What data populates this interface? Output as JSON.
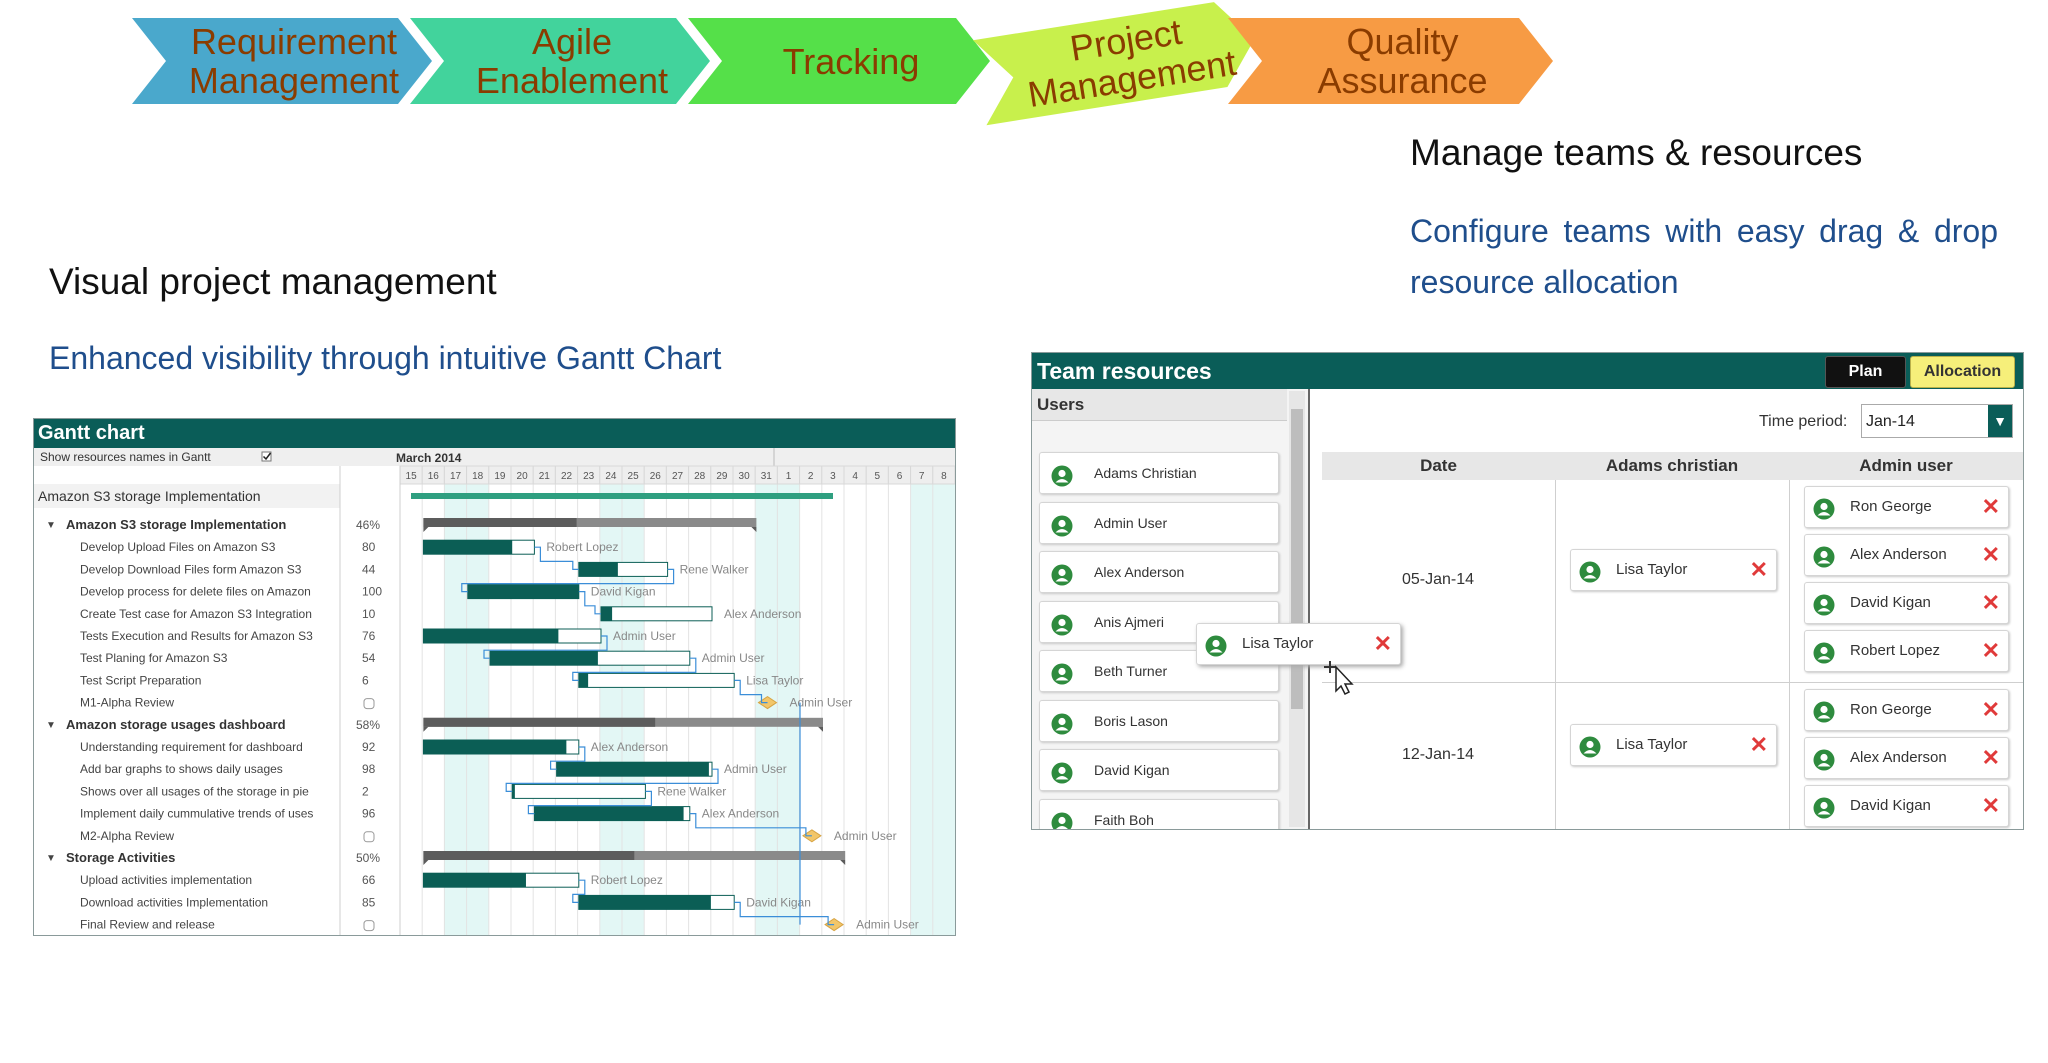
{
  "chevrons": [
    {
      "line1": "Requirement",
      "line2": "Management",
      "fill": "#4aa8cc"
    },
    {
      "line1": "Agile",
      "line2": "Enablement",
      "fill": "#42d39c"
    },
    {
      "line1": "Tracking",
      "line2": "",
      "fill": "#55e049"
    },
    {
      "line1": "Project",
      "line2": "Management",
      "fill": "#c8f04c"
    },
    {
      "line1": "Quality",
      "line2": "Assurance",
      "fill": "#f79b44"
    }
  ],
  "chevron_text_color": "#8a3c00",
  "left": {
    "heading": "Visual project management",
    "subheading": "Enhanced visibility through intuitive Gantt Chart"
  },
  "right": {
    "heading": "Manage teams & resources",
    "subheading": "Configure teams with easy drag & drop resource allocation"
  },
  "gantt": {
    "title": "Gantt chart",
    "show_resources": "Show resources names in Gantt",
    "show_resources_checked": true,
    "month": "March 2014",
    "project": "Amazon S3 storage Implementation",
    "days": [
      "15",
      "16",
      "17",
      "18",
      "19",
      "20",
      "21",
      "22",
      "23",
      "24",
      "25",
      "26",
      "27",
      "28",
      "29",
      "30",
      "31",
      "1",
      "2",
      "3",
      "4",
      "5",
      "6",
      "7",
      "8"
    ],
    "tasks": [
      {
        "name": "Amazon S3 storage Implementation",
        "value": "46%",
        "group": true,
        "start": 2,
        "end": 17,
        "progress": 0.46
      },
      {
        "name": "Develop Upload Files on Amazon S3",
        "value": "80",
        "start": 2,
        "end": 7,
        "progress": 0.8,
        "resource": "Robert Lopez"
      },
      {
        "name": "Develop Download Files form Amazon S3",
        "value": "44",
        "start": 9,
        "end": 13,
        "progress": 0.44,
        "resource": "Rene Walker"
      },
      {
        "name": "Develop process for delete files on Amazon",
        "value": "100",
        "start": 4,
        "end": 9,
        "progress": 1.0,
        "resource": "David Kigan"
      },
      {
        "name": "Create Test case for Amazon S3 Integration",
        "value": "10",
        "start": 10,
        "end": 15,
        "progress": 0.1,
        "resource": "Alex Anderson"
      },
      {
        "name": "Tests Execution and Results for Amazon S3",
        "value": "76",
        "start": 2,
        "end": 10,
        "progress": 0.76,
        "resource": "Admin User"
      },
      {
        "name": "Test Planing for Amazon S3",
        "value": "54",
        "start": 5,
        "end": 14,
        "progress": 0.54,
        "resource": "Admin User"
      },
      {
        "name": "Test Script Preparation",
        "value": "6",
        "start": 9,
        "end": 16,
        "progress": 0.06,
        "resource": "Lisa Taylor"
      },
      {
        "name": "M1-Alpha Review",
        "value": "",
        "milestone": true,
        "start": 17.5,
        "resource": "Admin User"
      },
      {
        "name": "Amazon storage usages dashboard",
        "value": "58%",
        "group": true,
        "start": 2,
        "end": 20,
        "progress": 0.58
      },
      {
        "name": "Understanding requirement for dashboard",
        "value": "92",
        "start": 2,
        "end": 9,
        "progress": 0.92,
        "resource": "Alex Anderson"
      },
      {
        "name": "Add bar graphs to shows daily usages",
        "value": "98",
        "start": 8,
        "end": 15,
        "progress": 0.98,
        "resource": "Admin User"
      },
      {
        "name": "Shows over all usages of the storage in pie",
        "value": "2",
        "start": 6,
        "end": 12,
        "progress": 0.02,
        "resource": "Rene Walker"
      },
      {
        "name": "Implement daily cummulative trends of uses",
        "value": "96",
        "start": 7,
        "end": 14,
        "progress": 0.96,
        "resource": "Alex Anderson"
      },
      {
        "name": "M2-Alpha Review",
        "value": "",
        "milestone": true,
        "start": 19.5,
        "resource": "Admin User"
      },
      {
        "name": "Storage Activities",
        "value": "50%",
        "group": true,
        "start": 2,
        "end": 21,
        "progress": 0.5
      },
      {
        "name": "Upload activities implementation",
        "value": "66",
        "start": 2,
        "end": 9,
        "progress": 0.66,
        "resource": "Robert Lopez"
      },
      {
        "name": "Download activities Implementation",
        "value": "85",
        "start": 9,
        "end": 16,
        "progress": 0.85,
        "resource": "David Kigan"
      },
      {
        "name": "Final Review and release",
        "value": "",
        "milestone": true,
        "start": 20.5,
        "resource": "Admin User"
      }
    ]
  },
  "team": {
    "title": "Team resources",
    "plan_label": "Plan",
    "allocation_label": "Allocation",
    "users_label": "Users",
    "users": [
      "Adams Christian",
      "Admin User",
      "Alex Anderson",
      "Anis Ajmeri",
      "Beth Turner",
      "Boris Lason",
      "David Kigan",
      "Faith Boh"
    ],
    "dragging": "Lisa Taylor",
    "time_period_label": "Time period:",
    "time_period_value": "Jan-14",
    "columns": [
      "Date",
      "Adams christian",
      "Admin user"
    ],
    "rows": [
      {
        "date": "05-Jan-14",
        "adams": [
          "Lisa Taylor"
        ],
        "admin": [
          "Ron George",
          "Alex Anderson",
          "David Kigan",
          "Robert Lopez"
        ]
      },
      {
        "date": "12-Jan-14",
        "adams": [
          "Lisa Taylor"
        ],
        "admin": [
          "Ron George",
          "Alex Anderson",
          "David Kigan"
        ]
      }
    ],
    "remove_symbol": "✕"
  },
  "colors": {
    "header": "#0a5d58",
    "bar": "#0b5e55",
    "accent": "#1f4e8c",
    "remove": "#e03a3a"
  }
}
